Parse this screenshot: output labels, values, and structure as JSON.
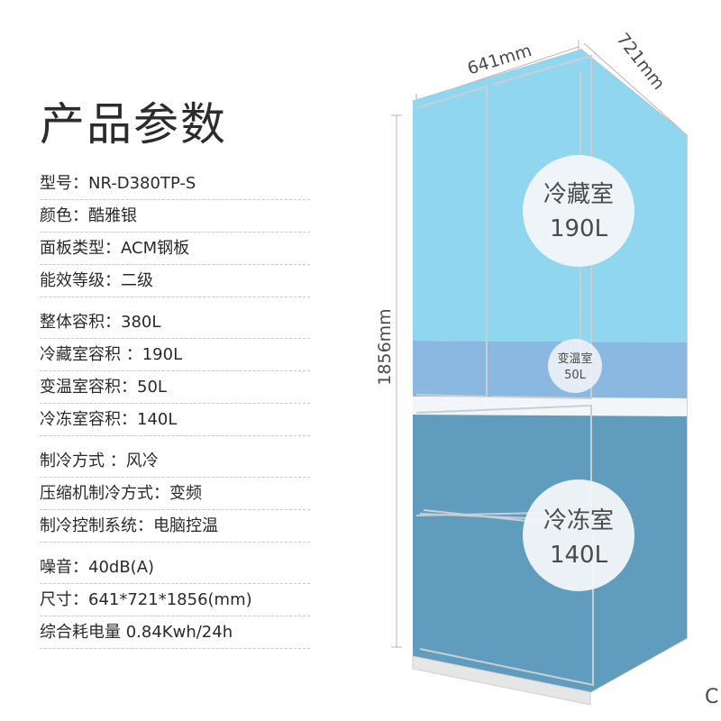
{
  "title": "产品参数",
  "specs": [
    {
      "label": "型号：",
      "value": "NR-D380TP-S"
    },
    {
      "label": "颜色：",
      "value": "酷雅银"
    },
    {
      "label": "面板类型：",
      "value": "ACM钢板"
    },
    {
      "label": "能效等级：",
      "value": "二级"
    },
    {
      "label": "整体容积：",
      "value": "380L"
    },
    {
      "label": "冷藏室容积 ：",
      "value": "190L"
    },
    {
      "label": "变温室容积：",
      "value": "50L"
    },
    {
      "label": "冷冻室容积：",
      "value": "140L"
    },
    {
      "label": "制冷方式 ：",
      "value": "风冷"
    },
    {
      "label": "压缩机制冷方式：",
      "value": "变频"
    },
    {
      "label": "制冷控制系统：",
      "value": "电脑控温"
    },
    {
      "label": "噪音：",
      "value": "40dB(A)"
    },
    {
      "label": "尺寸：",
      "value": "641*721*1856(mm)"
    },
    {
      "label": "综合耗电量",
      "value": " 0.84Kwh/24h"
    }
  ],
  "diagram": {
    "width_label": "641mm",
    "depth_label": "721mm",
    "height_label": "1856mm",
    "fridge_name": "冷藏室",
    "fridge_volume": "190L",
    "convert_name": "变温室",
    "convert_volume": "50L",
    "freezer_name": "冷冻室",
    "freezer_volume": "140L",
    "corner_glyph": "C"
  },
  "colors": {
    "fridge": "#8fd6ee",
    "convert": "#8ab8e0",
    "freezer": "#5f9cbd",
    "outline": "#bfbfbf",
    "badge": "#f3f6f8"
  }
}
